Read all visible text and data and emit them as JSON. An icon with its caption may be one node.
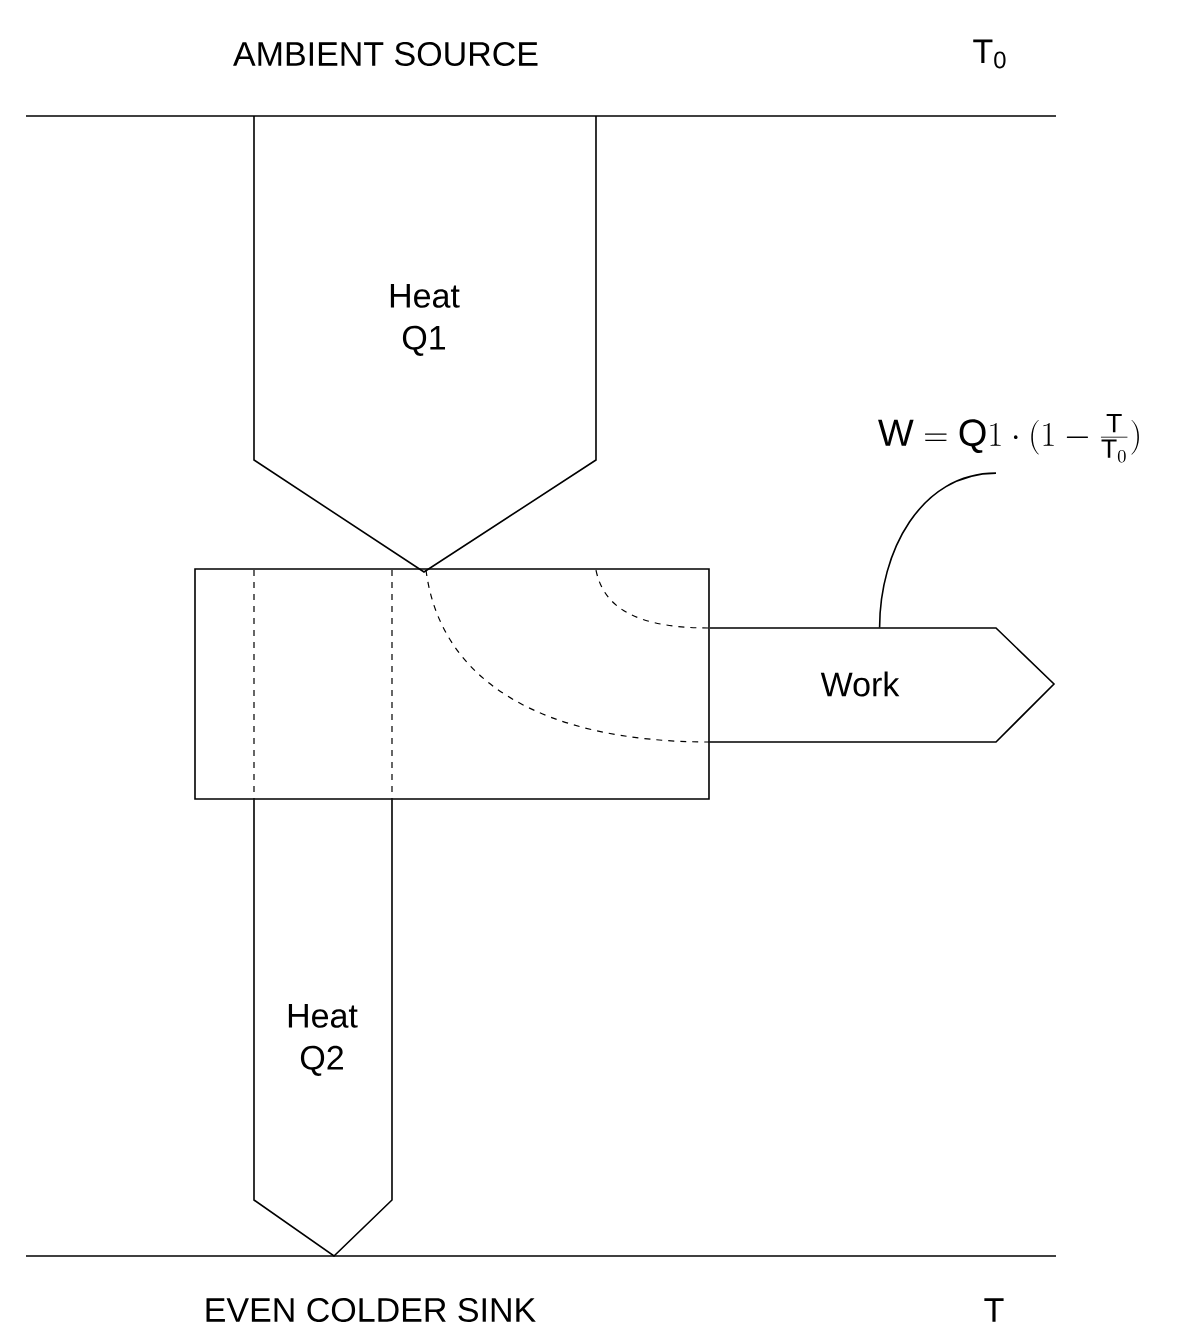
{
  "diagram": {
    "nodes": [
      {
        "text": [
          "AMBIENT SOURCE"
        ]
      },
      {
        "text": [
          "Heat Q1"
        ]
      },
      {
        "text": [],
        "shape": "box"
      },
      {
        "text": [
          "Heat Q2"
        ]
      },
      {
        "text": [
          "Work"
        ]
      },
      {
        "text": [
          "EVEN COLDER SINK"
        ]
      },
      {
        "text": [
          "\\mathrm{W} = \\mathrm{Q}1\\cdot(1-\\frac{\\mathrm{T}}{\\mathrm{T}_0})"
        ]
      }
    ],
    "edges": [
      {
        "from": 6,
        "to": 4,
        "arrow": "none"
      }
    ],
    "labels": [
      "T$_{0}$",
      "T"
    ]
  }
}
